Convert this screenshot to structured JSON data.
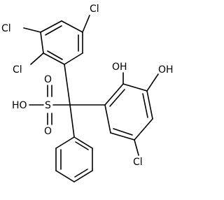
{
  "molecule": {
    "atoms": {
      "cl_top": "Cl",
      "cl_left_upper": "Cl",
      "cl_left_lower": "Cl",
      "oh_upper": "OH",
      "oh_right": "OH",
      "ho_sulfonic": "HO",
      "s": "S",
      "o_top": "O",
      "o_bottom": "O",
      "cl_bottom": "Cl"
    }
  }
}
